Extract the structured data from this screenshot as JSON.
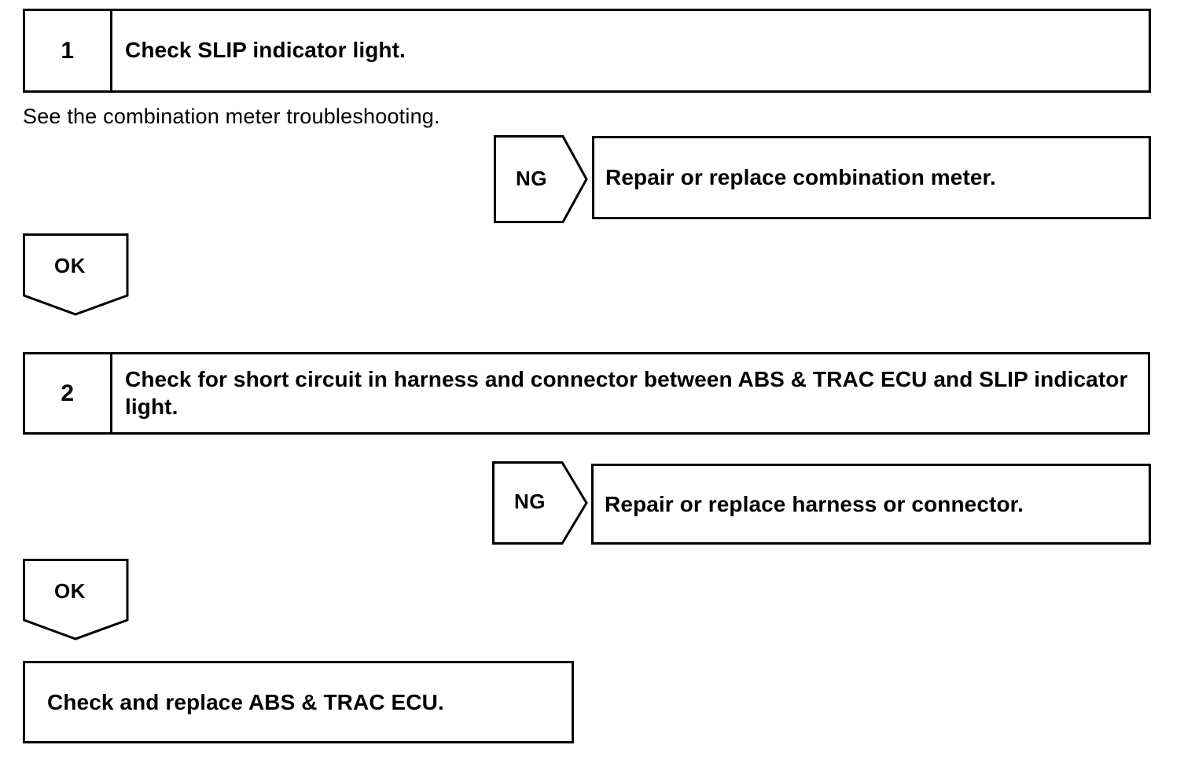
{
  "document": {
    "type": "troubleshooting-flowchart",
    "background_color": "#ffffff",
    "line_color": "#000000"
  },
  "steps": [
    {
      "number": "1",
      "text": "Check SLIP indicator light.",
      "note": "See the combination meter troubleshooting.",
      "ng_label": "NG",
      "ng_result": "Repair or replace combination meter.",
      "ok_label": "OK"
    },
    {
      "number": "2",
      "text": "Check for short circuit in harness and connector between ABS & TRAC ECU and SLIP indicator light.",
      "ng_label": "NG",
      "ng_result": "Repair or replace harness or connector.",
      "ok_label": "OK"
    }
  ],
  "final": {
    "text": "Check and replace ABS & TRAC ECU."
  }
}
